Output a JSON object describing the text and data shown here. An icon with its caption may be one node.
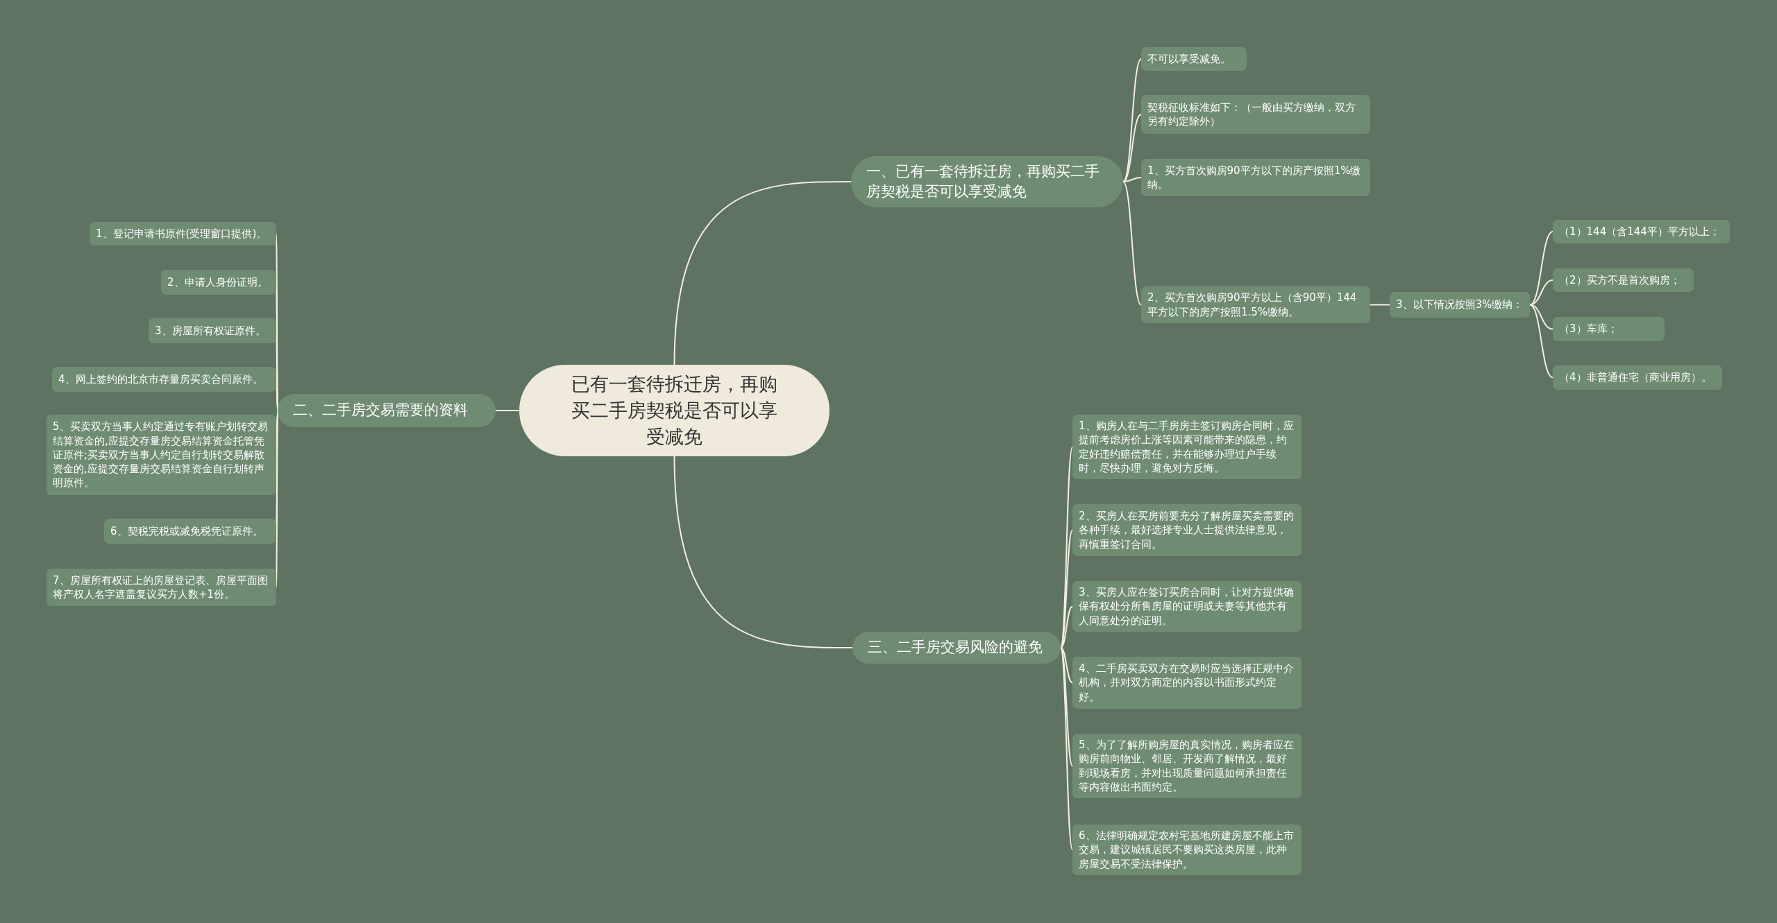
{
  "diagram": {
    "nodes": [
      {
        "text": [
          "已有一套待拆迁房，再购买二手房契税是否可以享受减免"
        ]
      },
      {
        "text": [
          "一、已有一套待拆迁房，再购买二手房契税是否可以享受减免"
        ]
      },
      {
        "text": [
          "不可以享受减免。"
        ]
      },
      {
        "text": [
          "契税征收标准如下：（一般由买方缴纳，双方另有约定除外）"
        ]
      },
      {
        "text": [
          "1、买方首次购房90平方以下的房产按照1%缴纳。"
        ]
      },
      {
        "text": [
          "2、买方首次购房90平方以上（含90平）144平方以下的房产按照1.5%缴纳。"
        ]
      },
      {
        "text": [
          "3、以下情况按照3%缴纳："
        ]
      },
      {
        "text": [
          "（1）144（含144平）平方以上；"
        ]
      },
      {
        "text": [
          "（2）买方不是首次购房；"
        ]
      },
      {
        "text": [
          "（3）车库；"
        ]
      },
      {
        "text": [
          "（4）非普通住宅（商业用房）。"
        ]
      },
      {
        "text": [
          "二、二手房交易需要的资料"
        ]
      },
      {
        "text": [
          "1、登记申请书原件(受理窗口提供)。"
        ]
      },
      {
        "text": [
          "2、申请人身份证明。"
        ]
      },
      {
        "text": [
          "3、房屋所有权证原件。"
        ]
      },
      {
        "text": [
          "4、网上签约的北京市存量房买卖合同原件。"
        ]
      },
      {
        "text": [
          "5、买卖双方当事人约定通过专有账户划转交易结算资金的,应提交存量房交易结算资金托管凭证原件;买卖双方当事人约定自行划转交易解散资金的,应提交存量房交易结算资金自行划转声明原件。"
        ]
      },
      {
        "text": [
          "6、契税完税或减免税凭证原件。"
        ]
      },
      {
        "text": [
          "7、房屋所有权证上的房屋登记表、房屋平面图将产权人名字遮盖复议买方人数+1份。"
        ]
      },
      {
        "text": [
          "三、二手房交易风险的避免"
        ]
      },
      {
        "text": [
          "1、购房人在与二手房房主签订购房合同时，应提前考虑房价上涨等因素可能带来的隐患，约定好违约赔偿责任，并在能够办理过户手续时，尽快办理，避免对方反悔。"
        ]
      },
      {
        "text": [
          "2、买房人在买房前要充分了解房屋买卖需要的各种手续，最好选择专业人士提供法律意见，再慎重签订合同。"
        ]
      },
      {
        "text": [
          "3、买房人应在签订买房合同时，让对方提供确保有权处分所售房屋的证明或夫妻等其他共有人同意处分的证明。"
        ]
      },
      {
        "text": [
          "4、二手房买卖双方在交易时应当选择正规中介机构，并对双方商定的内容以书面形式约定好。"
        ]
      },
      {
        "text": [
          "5、为了了解所购房屋的真实情况，购房者应在购房前向物业、邻居、开发商了解情况，最好到现场看房，并对出现质量问题如何承担责任等内容做出书面约定。"
        ]
      },
      {
        "text": [
          "6、法律明确规定农村宅基地所建房屋不能上市交易，建议城镇居民不要购买这类房屋，此种房屋交易不受法律保护。"
        ]
      }
    ],
    "edges": [
      {
        "from": 0,
        "to": 1,
        "arrow": "none"
      },
      {
        "from": 1,
        "to": 2,
        "arrow": "none"
      },
      {
        "from": 1,
        "to": 3,
        "arrow": "none"
      },
      {
        "from": 1,
        "to": 4,
        "arrow": "none"
      },
      {
        "from": 1,
        "to": 5,
        "arrow": "none"
      },
      {
        "from": 5,
        "to": 6,
        "arrow": "none"
      },
      {
        "from": 6,
        "to": 7,
        "arrow": "none"
      },
      {
        "from": 6,
        "to": 8,
        "arrow": "none"
      },
      {
        "from": 6,
        "to": 9,
        "arrow": "none"
      },
      {
        "from": 6,
        "to": 10,
        "arrow": "none"
      },
      {
        "from": 0,
        "to": 11,
        "arrow": "none"
      },
      {
        "from": 11,
        "to": 12,
        "arrow": "none"
      },
      {
        "from": 11,
        "to": 13,
        "arrow": "none"
      },
      {
        "from": 11,
        "to": 14,
        "arrow": "none"
      },
      {
        "from": 11,
        "to": 15,
        "arrow": "none"
      },
      {
        "from": 11,
        "to": 16,
        "arrow": "none"
      },
      {
        "from": 11,
        "to": 17,
        "arrow": "none"
      },
      {
        "from": 11,
        "to": 18,
        "arrow": "none"
      },
      {
        "from": 0,
        "to": 19,
        "arrow": "none"
      },
      {
        "from": 19,
        "to": 20,
        "arrow": "none"
      },
      {
        "from": 19,
        "to": 21,
        "arrow": "none"
      },
      {
        "from": 19,
        "to": 22,
        "arrow": "none"
      },
      {
        "from": 19,
        "to": 23,
        "arrow": "none"
      },
      {
        "from": 19,
        "to": 24,
        "arrow": "none"
      },
      {
        "from": 19,
        "to": 25,
        "arrow": "none"
      }
    ]
  }
}
